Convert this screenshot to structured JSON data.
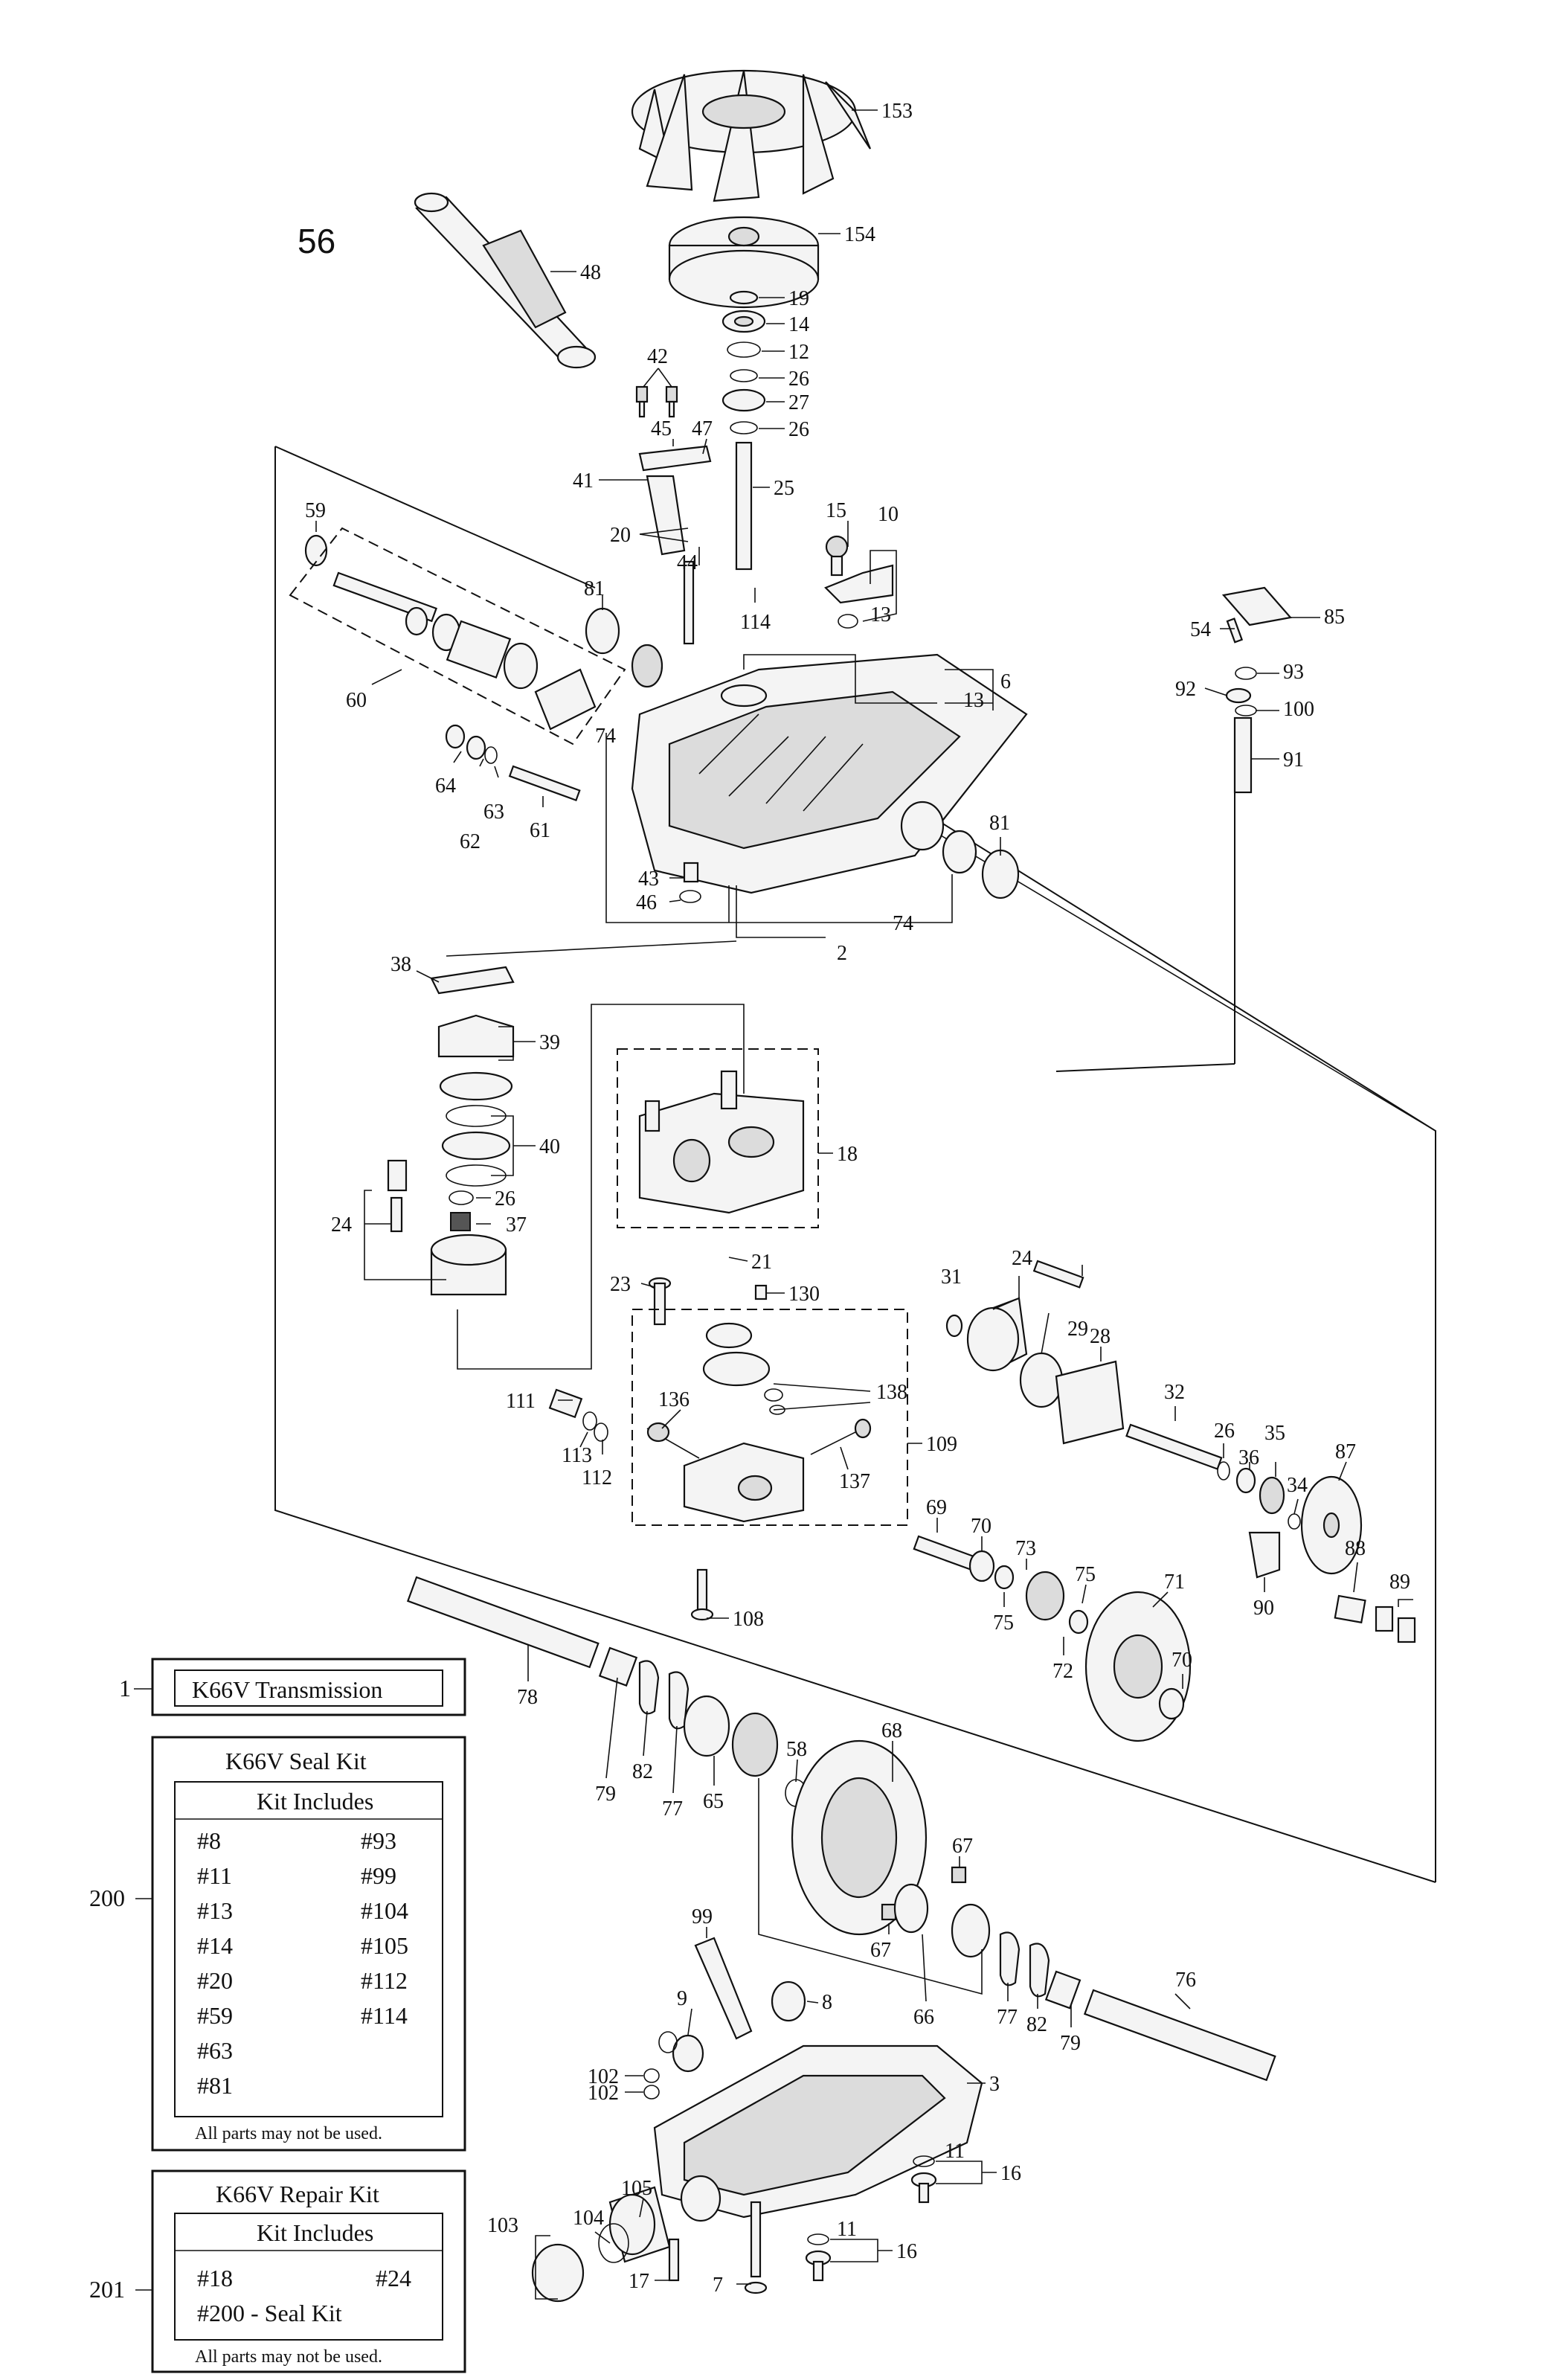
{
  "page_number": "56",
  "callouts": [
    {
      "id": "153"
    },
    {
      "id": "154"
    },
    {
      "id": "48"
    },
    {
      "id": "19"
    },
    {
      "id": "14"
    },
    {
      "id": "12"
    },
    {
      "id": "42"
    },
    {
      "id": "26a"
    },
    {
      "id": "27"
    },
    {
      "id": "26b"
    },
    {
      "id": "45"
    },
    {
      "id": "47"
    },
    {
      "id": "41"
    },
    {
      "id": "25"
    },
    {
      "id": "15"
    },
    {
      "id": "10"
    },
    {
      "id": "59"
    },
    {
      "id": "20"
    },
    {
      "id": "44"
    },
    {
      "id": "81a"
    },
    {
      "id": "114"
    },
    {
      "id": "13a"
    },
    {
      "id": "85"
    },
    {
      "id": "54"
    },
    {
      "id": "93"
    },
    {
      "id": "92"
    },
    {
      "id": "100"
    },
    {
      "id": "6"
    },
    {
      "id": "13b"
    },
    {
      "id": "60"
    },
    {
      "id": "74a"
    },
    {
      "id": "91"
    },
    {
      "id": "64"
    },
    {
      "id": "63"
    },
    {
      "id": "62"
    },
    {
      "id": "61"
    },
    {
      "id": "81b"
    },
    {
      "id": "43"
    },
    {
      "id": "46"
    },
    {
      "id": "74b"
    },
    {
      "id": "2"
    },
    {
      "id": "38"
    },
    {
      "id": "39"
    },
    {
      "id": "40"
    },
    {
      "id": "18"
    },
    {
      "id": "26c"
    },
    {
      "id": "37"
    },
    {
      "id": "24a"
    },
    {
      "id": "21"
    },
    {
      "id": "23"
    },
    {
      "id": "130"
    },
    {
      "id": "24b"
    },
    {
      "id": "31"
    },
    {
      "id": "29"
    },
    {
      "id": "28"
    },
    {
      "id": "32"
    },
    {
      "id": "138"
    },
    {
      "id": "136"
    },
    {
      "id": "111"
    },
    {
      "id": "109"
    },
    {
      "id": "26d"
    },
    {
      "id": "35"
    },
    {
      "id": "36"
    },
    {
      "id": "87"
    },
    {
      "id": "113"
    },
    {
      "id": "137"
    },
    {
      "id": "112"
    },
    {
      "id": "34"
    },
    {
      "id": "69"
    },
    {
      "id": "70a"
    },
    {
      "id": "73"
    },
    {
      "id": "75a"
    },
    {
      "id": "88"
    },
    {
      "id": "89"
    },
    {
      "id": "90"
    },
    {
      "id": "71"
    },
    {
      "id": "75b"
    },
    {
      "id": "72"
    },
    {
      "id": "70b"
    },
    {
      "id": "108"
    },
    {
      "id": "78"
    },
    {
      "id": "79a"
    },
    {
      "id": "82a"
    },
    {
      "id": "77a"
    },
    {
      "id": "65"
    },
    {
      "id": "58"
    },
    {
      "id": "68"
    },
    {
      "id": "67a"
    },
    {
      "id": "67b"
    },
    {
      "id": "66"
    },
    {
      "id": "77b"
    },
    {
      "id": "82b"
    },
    {
      "id": "79b"
    },
    {
      "id": "76"
    },
    {
      "id": "99"
    },
    {
      "id": "9"
    },
    {
      "id": "8"
    },
    {
      "id": "102a"
    },
    {
      "id": "102b"
    },
    {
      "id": "3"
    },
    {
      "id": "11a"
    },
    {
      "id": "16a"
    },
    {
      "id": "105"
    },
    {
      "id": "103"
    },
    {
      "id": "104"
    },
    {
      "id": "11b"
    },
    {
      "id": "16b"
    },
    {
      "id": "17"
    },
    {
      "id": "7"
    }
  ],
  "labels": {
    "153": "153",
    "154": "154",
    "48": "48",
    "19": "19",
    "14": "14",
    "12": "12",
    "42": "42",
    "26a": "26",
    "27": "27",
    "26b": "26",
    "45": "45",
    "47": "47",
    "41": "41",
    "25": "25",
    "15": "15",
    "10": "10",
    "59": "59",
    "20": "20",
    "44": "44",
    "81a": "81",
    "114": "114",
    "13a": "13",
    "85": "85",
    "54": "54",
    "93": "93",
    "92": "92",
    "100": "100",
    "6": "6",
    "13b": "13",
    "60": "60",
    "74a": "74",
    "91": "91",
    "64": "64",
    "63": "63",
    "62": "62",
    "61": "61",
    "81b": "81",
    "43": "43",
    "46": "46",
    "74b": "74",
    "2": "2",
    "38": "38",
    "39": "39",
    "40": "40",
    "18": "18",
    "26c": "26",
    "37": "37",
    "24a": "24",
    "21": "21",
    "23": "23",
    "130": "130",
    "24b": "24",
    "31": "31",
    "29": "29",
    "28": "28",
    "32": "32",
    "138": "138",
    "136": "136",
    "111": "111",
    "109": "109",
    "26d": "26",
    "35": "35",
    "36": "36",
    "87": "87",
    "113": "113",
    "137": "137",
    "112": "112",
    "34": "34",
    "69": "69",
    "70a": "70",
    "73": "73",
    "75a": "75",
    "88": "88",
    "89": "89",
    "90": "90",
    "71": "71",
    "75b": "75",
    "72": "72",
    "70b": "70",
    "108": "108",
    "78": "78",
    "79a": "79",
    "82a": "82",
    "77a": "77",
    "65": "65",
    "58": "58",
    "68": "68",
    "67a": "67",
    "67b": "67",
    "66": "66",
    "77b": "77",
    "82b": "82",
    "79b": "79",
    "76": "76",
    "99": "99",
    "9": "9",
    "8": "8",
    "102a": "102",
    "102b": "102",
    "3": "3",
    "11a": "11",
    "16a": "16",
    "105": "105",
    "103": "103",
    "104": "104",
    "11b": "11",
    "16b": "16",
    "17": "17",
    "7": "7"
  },
  "transmission_box": {
    "ref": "1",
    "title": "K66V Transmission"
  },
  "seal_kit": {
    "ref": "200",
    "title": "K66V Seal Kit",
    "subtitle": "Kit Includes",
    "items_left": [
      "#8",
      "#11",
      "#13",
      "#14",
      "#20",
      "#59",
      "#63",
      "#81"
    ],
    "items_right": [
      "#93",
      "#99",
      "#104",
      "#105",
      "#112",
      "#114"
    ],
    "note": "All parts may not be used."
  },
  "repair_kit": {
    "ref": "201",
    "title": "K66V Repair Kit",
    "subtitle": "Kit Includes",
    "item_1": "#18",
    "item_2": "#24",
    "item_3": "#200 - Seal Kit",
    "note": "All parts may not be used."
  }
}
